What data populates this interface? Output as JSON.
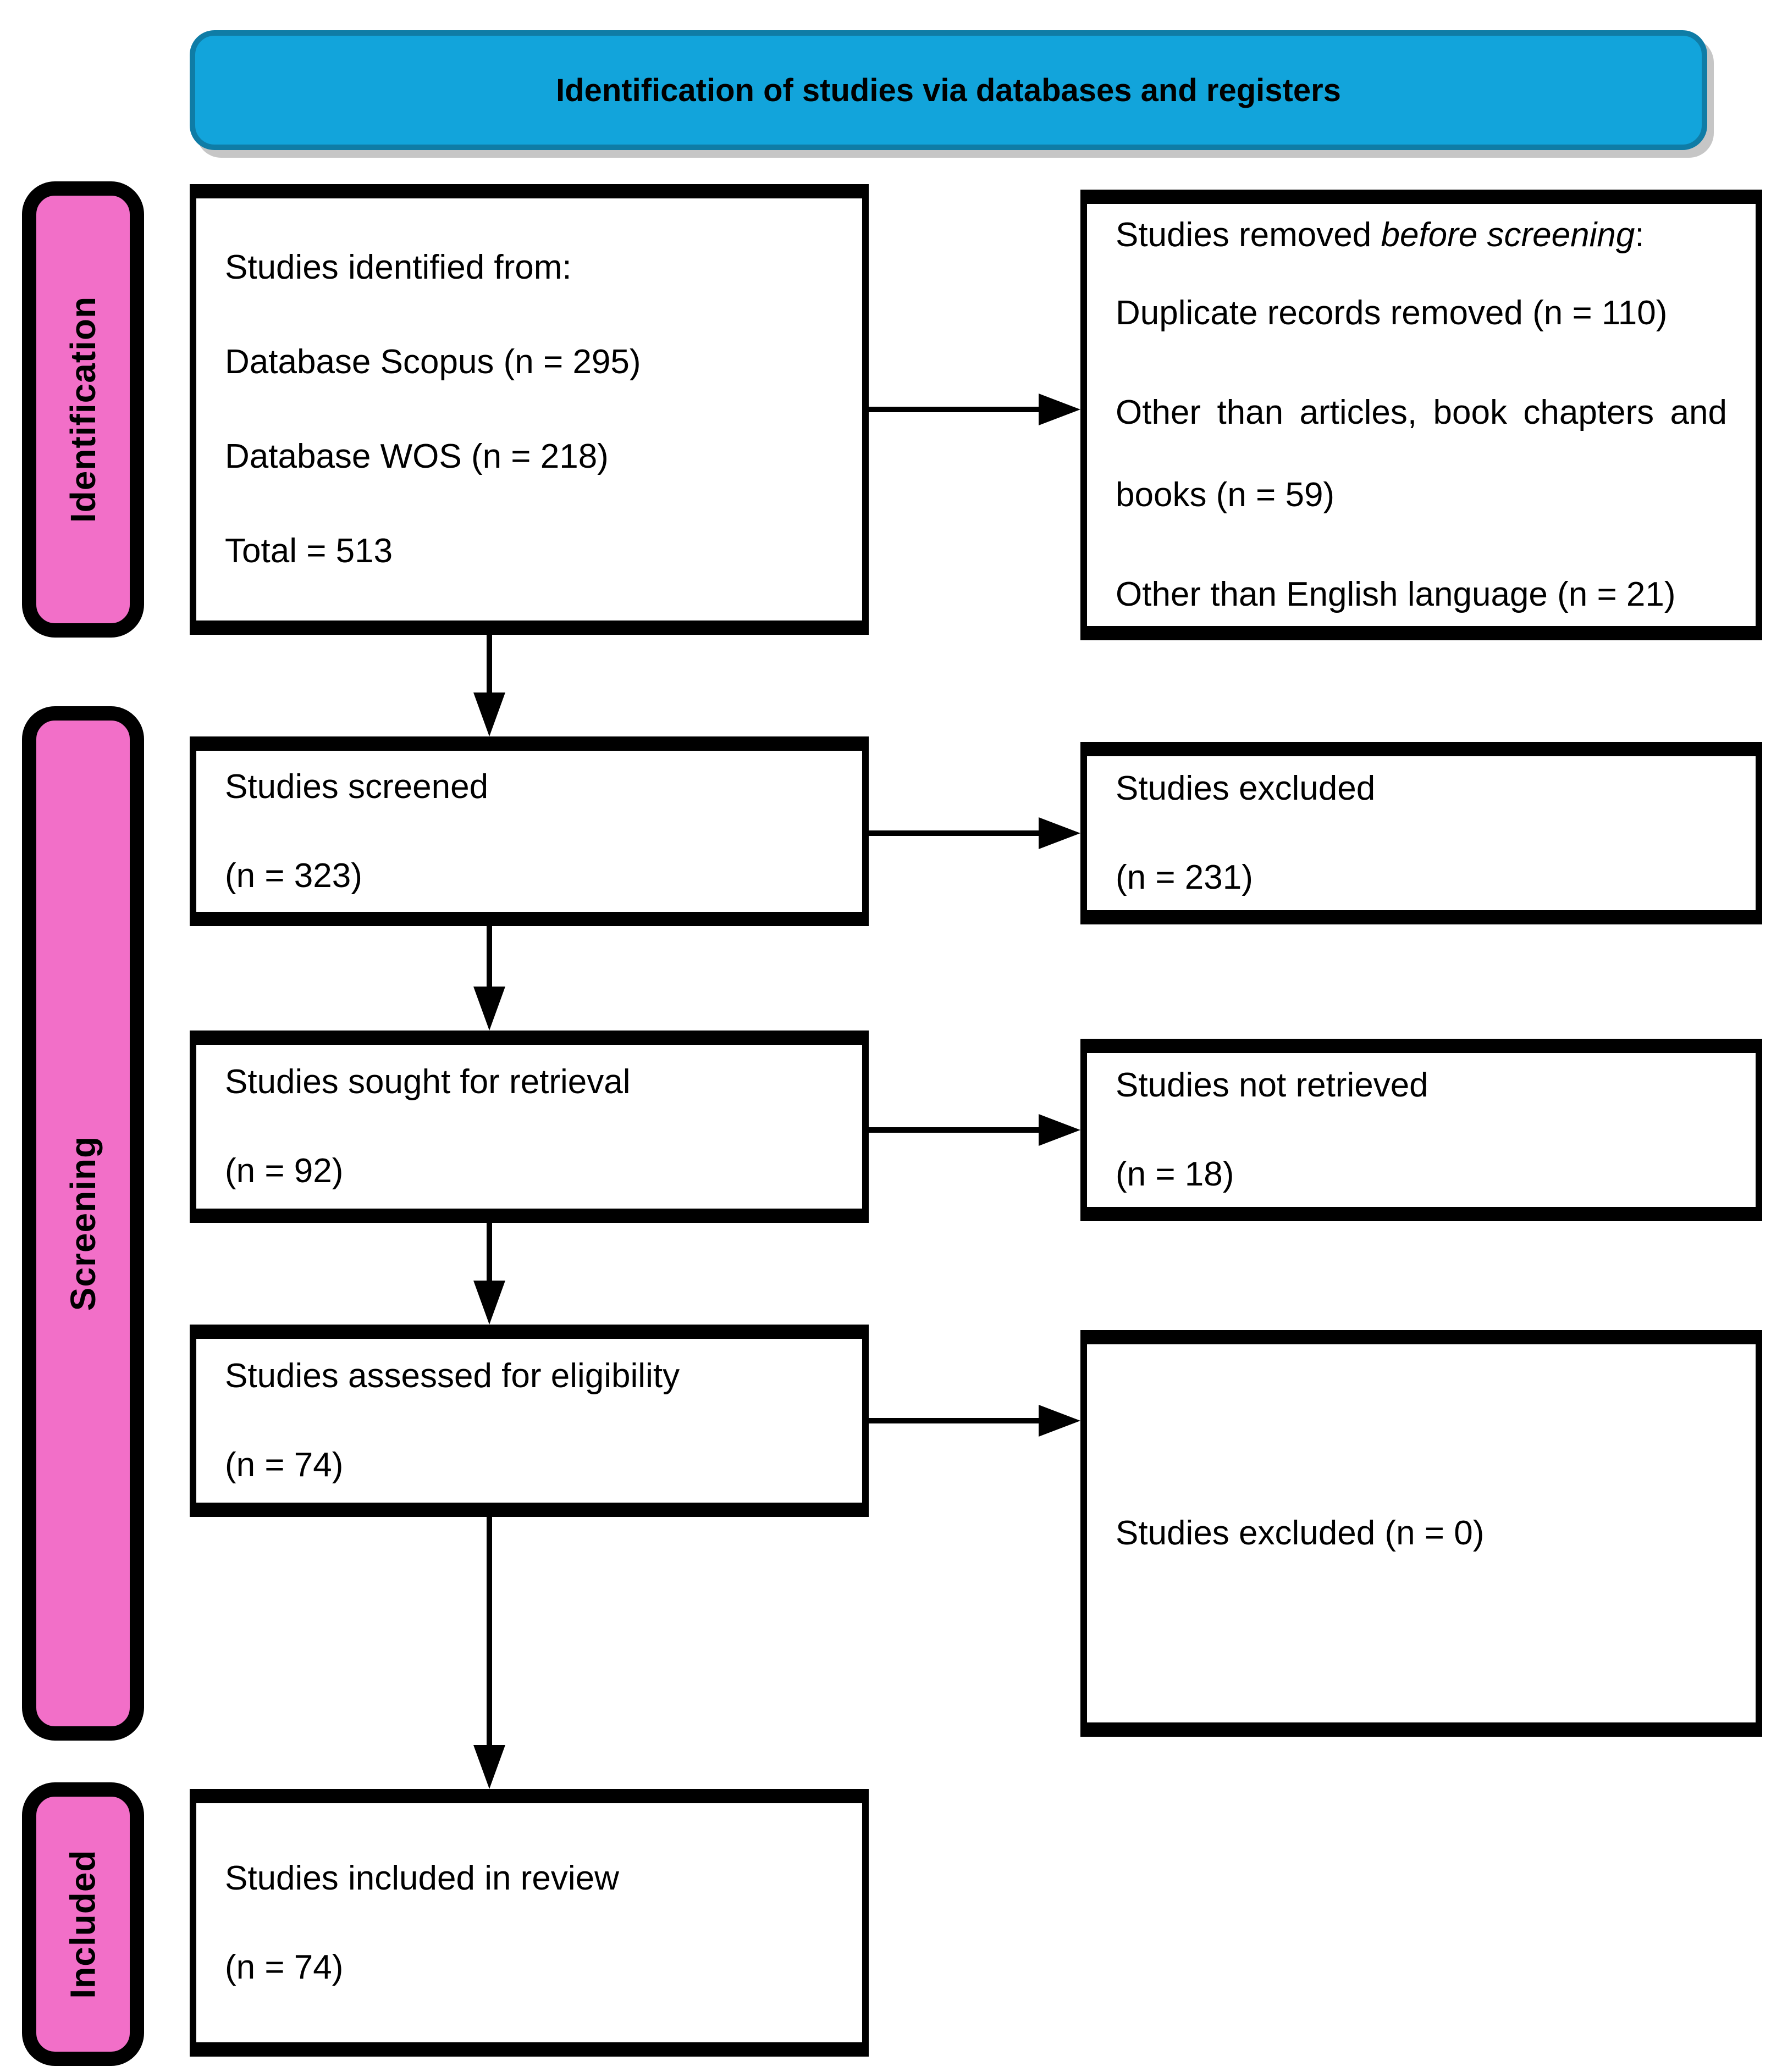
{
  "colors": {
    "header_blue": "#12A4DB",
    "header_blue_edge": "#0F7CA6",
    "side_pink": "#F26FC8",
    "border_black": "#000000"
  },
  "header": {
    "title": "Identification of studies via databases and registers"
  },
  "sidebar": {
    "identification": "Identification",
    "screening": "Screening",
    "included": "Included"
  },
  "flow": {
    "identified": {
      "l1": "Studies identified from:",
      "l2": "Database Scopus (n = 295)",
      "l3": "Database WOS (n = 218)",
      "l4": "Total = 513"
    },
    "removed": {
      "t1": "Studies removed ",
      "t2": "before screening",
      "t3": ":",
      "l2": "Duplicate records removed (n = 110)",
      "l3": "Other than articles, book chapters and books (n = 59)",
      "l4": "Other than English language (n = 21)"
    },
    "screened": {
      "l1": "Studies screened",
      "l2": "(n = 323)"
    },
    "excluded_screening": {
      "l1": "Studies excluded",
      "l2": "(n = 231)"
    },
    "sought": {
      "l1": "Studies sought for retrieval",
      "l2": "(n = 92)"
    },
    "not_retrieved": {
      "l1": "Studies not retrieved",
      "l2": "(n = 18)"
    },
    "assessed": {
      "l1": "Studies assessed for eligibility",
      "l2": "(n = 74)"
    },
    "excluded_eligibility": {
      "l1": "Studies excluded (n = 0)"
    },
    "included_review": {
      "l1": "Studies included in review",
      "l2": "(n = 74)"
    }
  }
}
